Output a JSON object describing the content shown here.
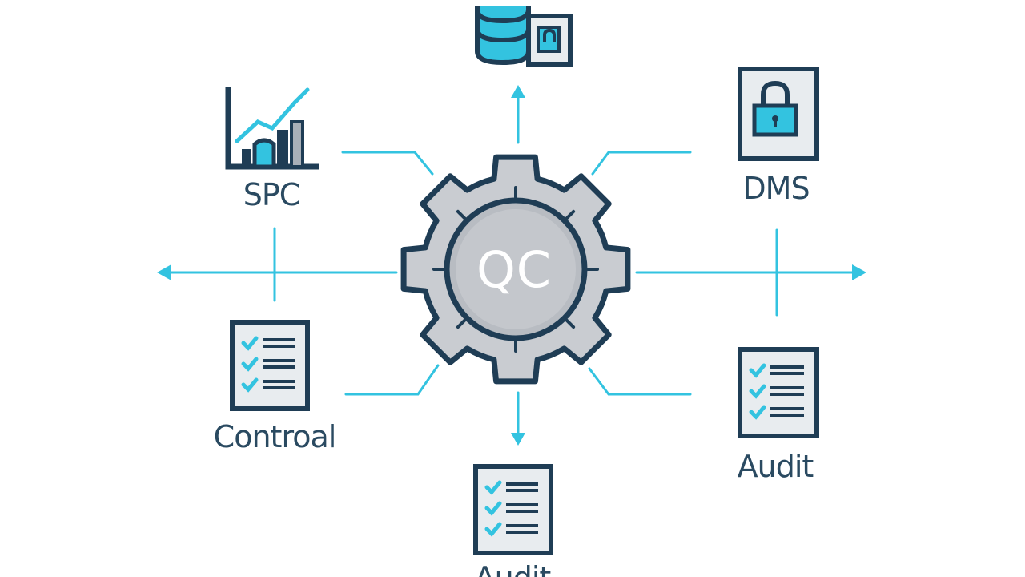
{
  "hub": {
    "label": "QC",
    "icon": "gear-icon"
  },
  "nodes": {
    "database": {
      "label": "",
      "icon": "locked-database-icon"
    },
    "spc": {
      "label": "SPC",
      "icon": "bar-chart-trend-icon"
    },
    "dms": {
      "label": "DMS",
      "icon": "padlock-document-icon"
    },
    "control": {
      "label": "Controal",
      "icon": "checklist-icon"
    },
    "audit": {
      "label": "Audit",
      "icon": "checklist-icon"
    },
    "bottom": {
      "label": "Audit",
      "icon": "checklist-icon"
    }
  },
  "colors": {
    "outline": "#1f3d55",
    "accent": "#33c3e0",
    "gear_fill": "#c9ccd1",
    "gear_inner": "#b7bbc1",
    "icon_bg": "#e8ecef",
    "label_text": "#2a4a61"
  }
}
